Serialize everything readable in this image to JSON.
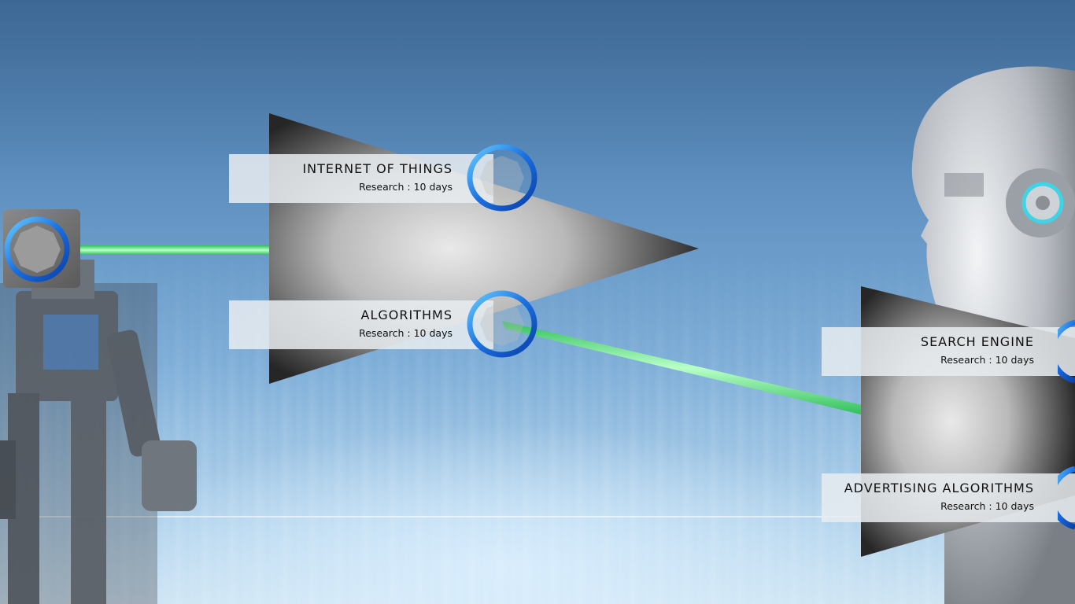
{
  "tech_tree": {
    "nodes": [
      {
        "id": "internet-of-things",
        "title": "INTERNET OF THINGS",
        "research": "Research : 10 days"
      },
      {
        "id": "algorithms",
        "title": "ALGORITHMS",
        "research": "Research : 10 days"
      },
      {
        "id": "search-engine",
        "title": "SEARCH ENGINE",
        "research": "Research : 10 days"
      },
      {
        "id": "advertising-algorithms",
        "title": "ADVERTISING ALGORITHMS",
        "research": "Research : 10 days"
      }
    ]
  },
  "colors": {
    "laser": "#3ee06a",
    "ring": "#1a6fe0",
    "ring_light": "#5cc0ff",
    "card_bg": "#e8ecf0",
    "triangle_dark": "#2a2a2a"
  }
}
